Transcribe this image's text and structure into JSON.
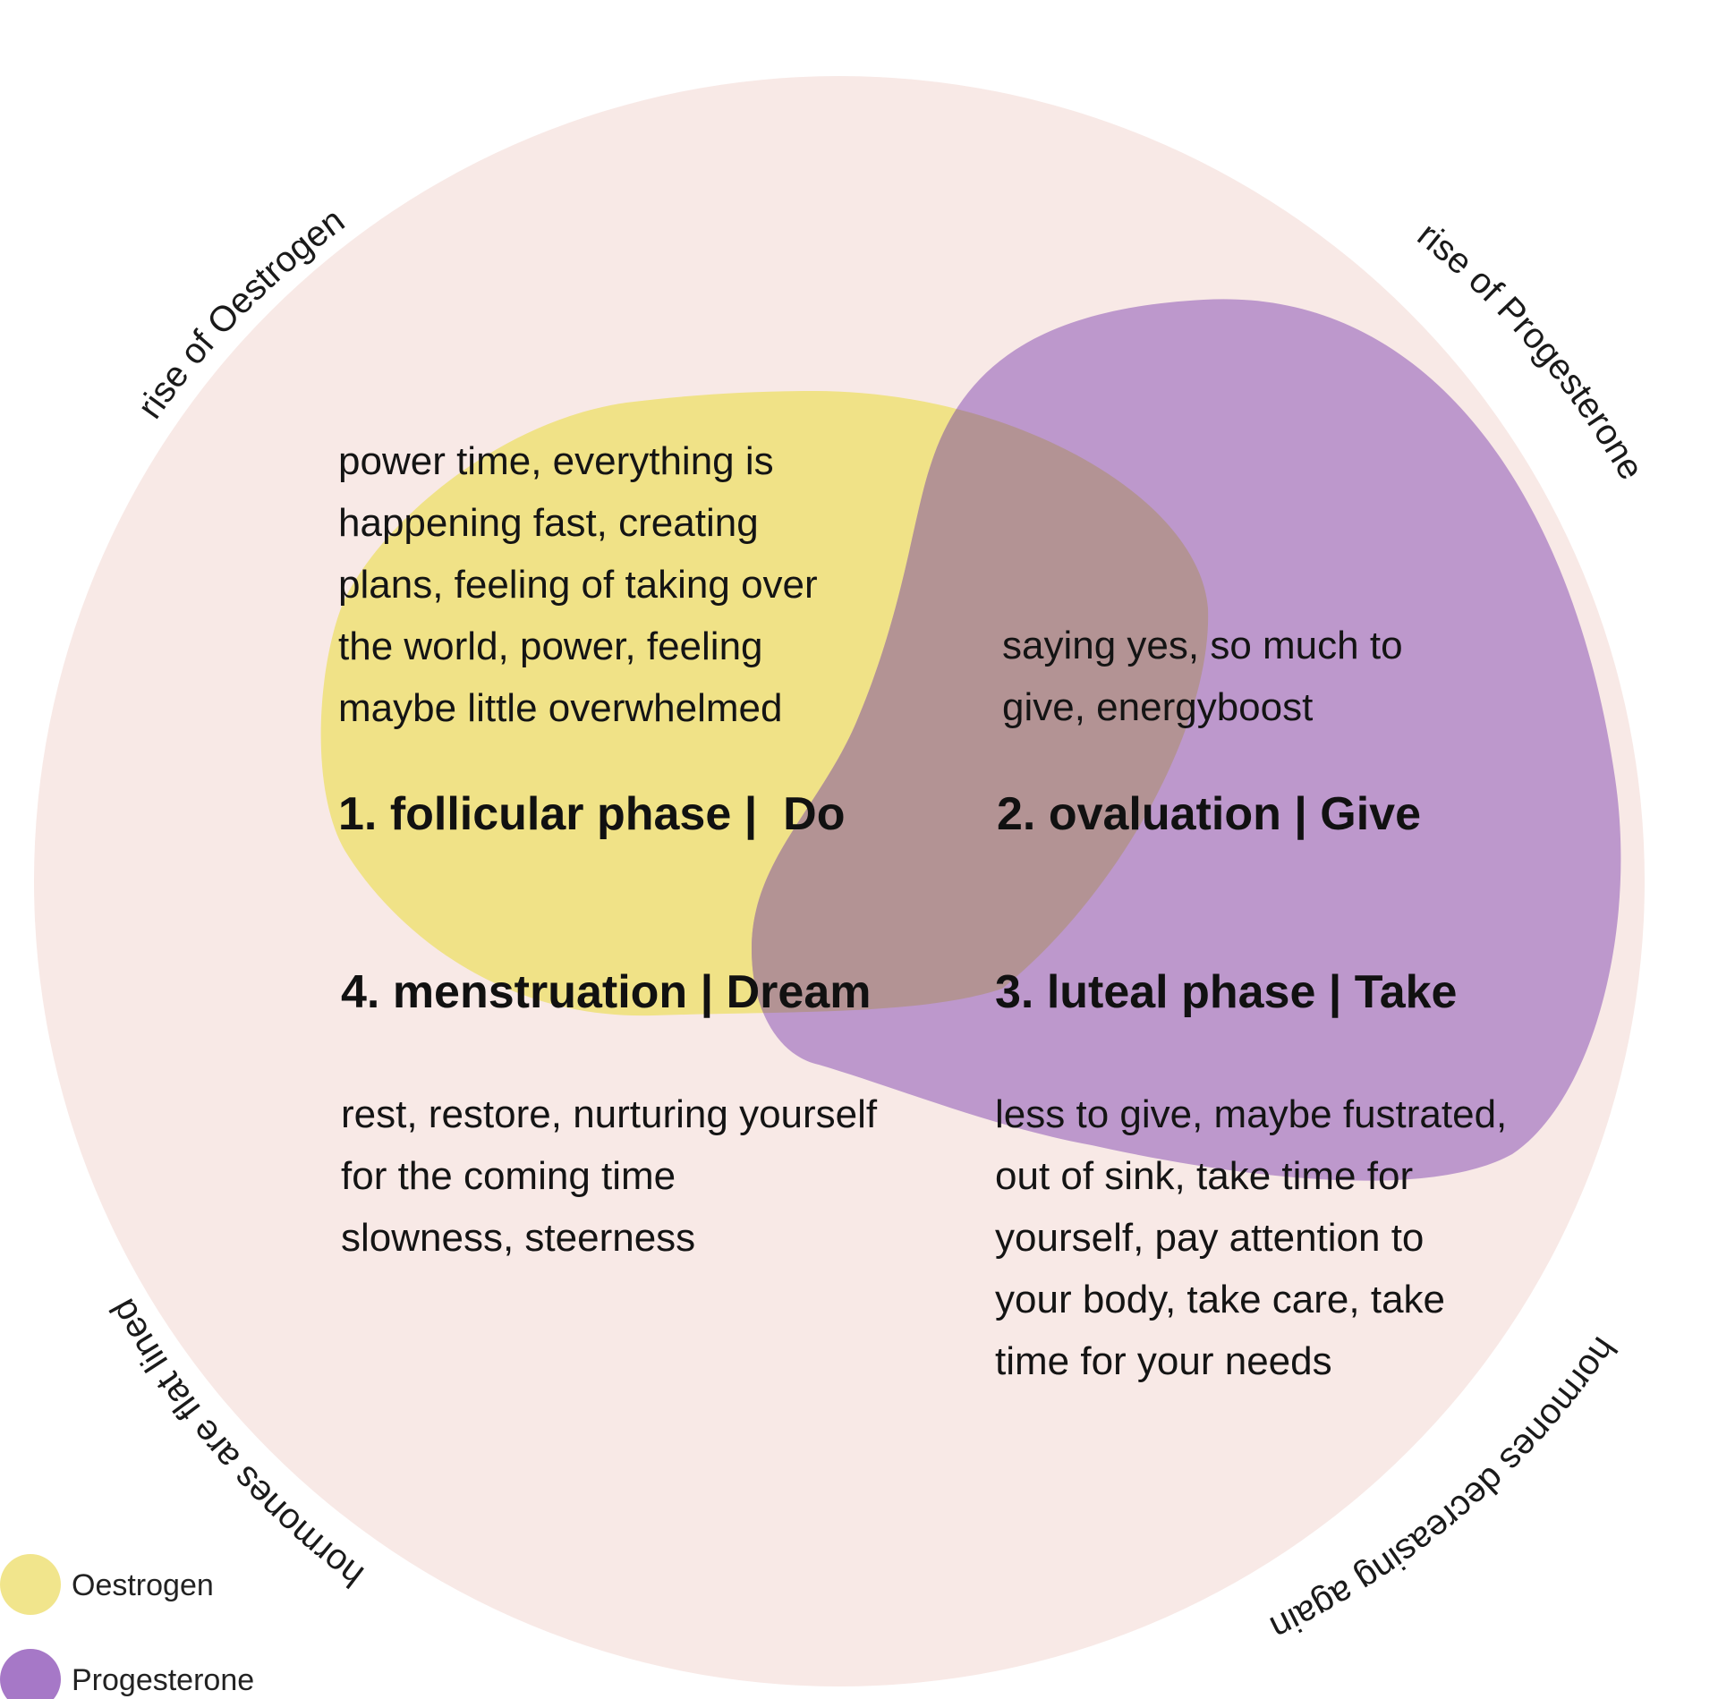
{
  "colors": {
    "background": "#ffffff",
    "circle": "#f8e9e6",
    "oestrogen": "#f0e287",
    "progesterone": "#bd98cc",
    "overlap": "#b39394",
    "legend_oestrogen": "#f1e58c",
    "legend_progesterone": "#a678c7",
    "text": "#141414"
  },
  "arc_labels": {
    "top_left": "rise of Oestrogen",
    "top_right": "rise of Progesterone",
    "bottom_left": "hormones are flat lined",
    "bottom_right": "hormones decreasing again"
  },
  "phases": {
    "follicular": {
      "title": "1. follicular phase |  Do",
      "lines": [
        "power time, everything is",
        "happening fast, creating",
        "plans, feeling of taking over",
        "the world, power, feeling",
        "maybe little overwhelmed"
      ]
    },
    "ovulation": {
      "title": "2. ovaluation | Give",
      "lines": [
        "saying yes, so much to",
        "give, energyboost"
      ]
    },
    "luteal": {
      "title": "3. luteal phase | Take",
      "lines": [
        "less to give, maybe fustrated,",
        "out of sink, take time for",
        "yourself, pay attention to",
        "your body, take care, take",
        "time for your needs"
      ]
    },
    "menstruation": {
      "title": "4. menstruation | Dream",
      "lines": [
        "rest, restore, nurturing yourself",
        "for the coming time",
        "slowness, steerness"
      ]
    }
  },
  "legend": [
    {
      "label": "Oestrogen",
      "color": "#f1e58c",
      "icon": "circle-swatch"
    },
    {
      "label": "Progesterone",
      "color": "#a678c7",
      "icon": "circle-swatch"
    }
  ]
}
